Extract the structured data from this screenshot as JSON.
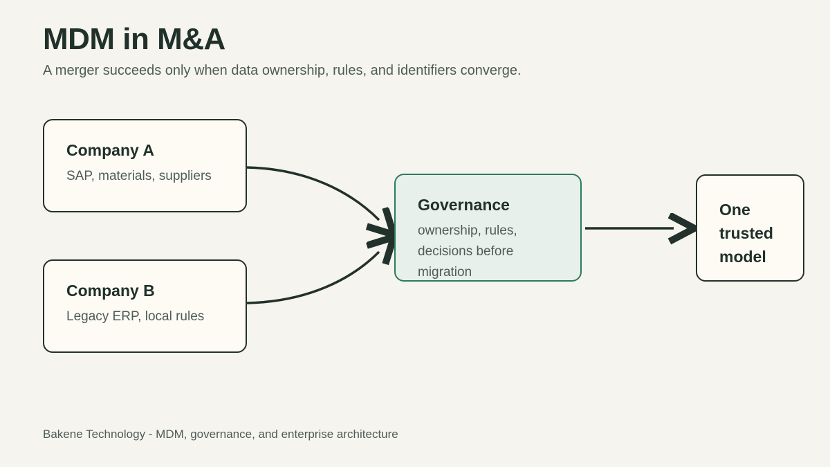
{
  "page": {
    "title": "MDM in M&A",
    "subtitle": "A merger succeeds only when data ownership, rules, and identifiers converge.",
    "footer": "Bakene Technology - MDM, governance, and enterprise architecture"
  },
  "colors": {
    "background": "#f6f4ee",
    "node_fill": "#fdfbf4",
    "node_border": "#22312b",
    "accent_green": "#2b7a62",
    "accent_fill": "#e8f0eb",
    "text_dark": "#20302a",
    "text_muted": "#4d5c57"
  },
  "diagram": {
    "nodes": [
      {
        "id": "company-a",
        "title": "Company A",
        "subtitle": "SAP, materials, suppliers",
        "variant": "default"
      },
      {
        "id": "company-b",
        "title": "Company B",
        "subtitle": "Legacy ERP, local rules",
        "variant": "default"
      },
      {
        "id": "governance",
        "title": "Governance",
        "subtitle": "ownership, rules, decisions before migration",
        "variant": "accent"
      },
      {
        "id": "one-trusted-model",
        "title": "One trusted model",
        "subtitle": "",
        "variant": "default"
      }
    ],
    "edges": [
      {
        "from": "company-a",
        "to": "governance",
        "style": "curved-arrow"
      },
      {
        "from": "company-b",
        "to": "governance",
        "style": "curved-arrow"
      },
      {
        "from": "governance",
        "to": "one-trusted-model",
        "style": "straight-arrow"
      }
    ]
  }
}
